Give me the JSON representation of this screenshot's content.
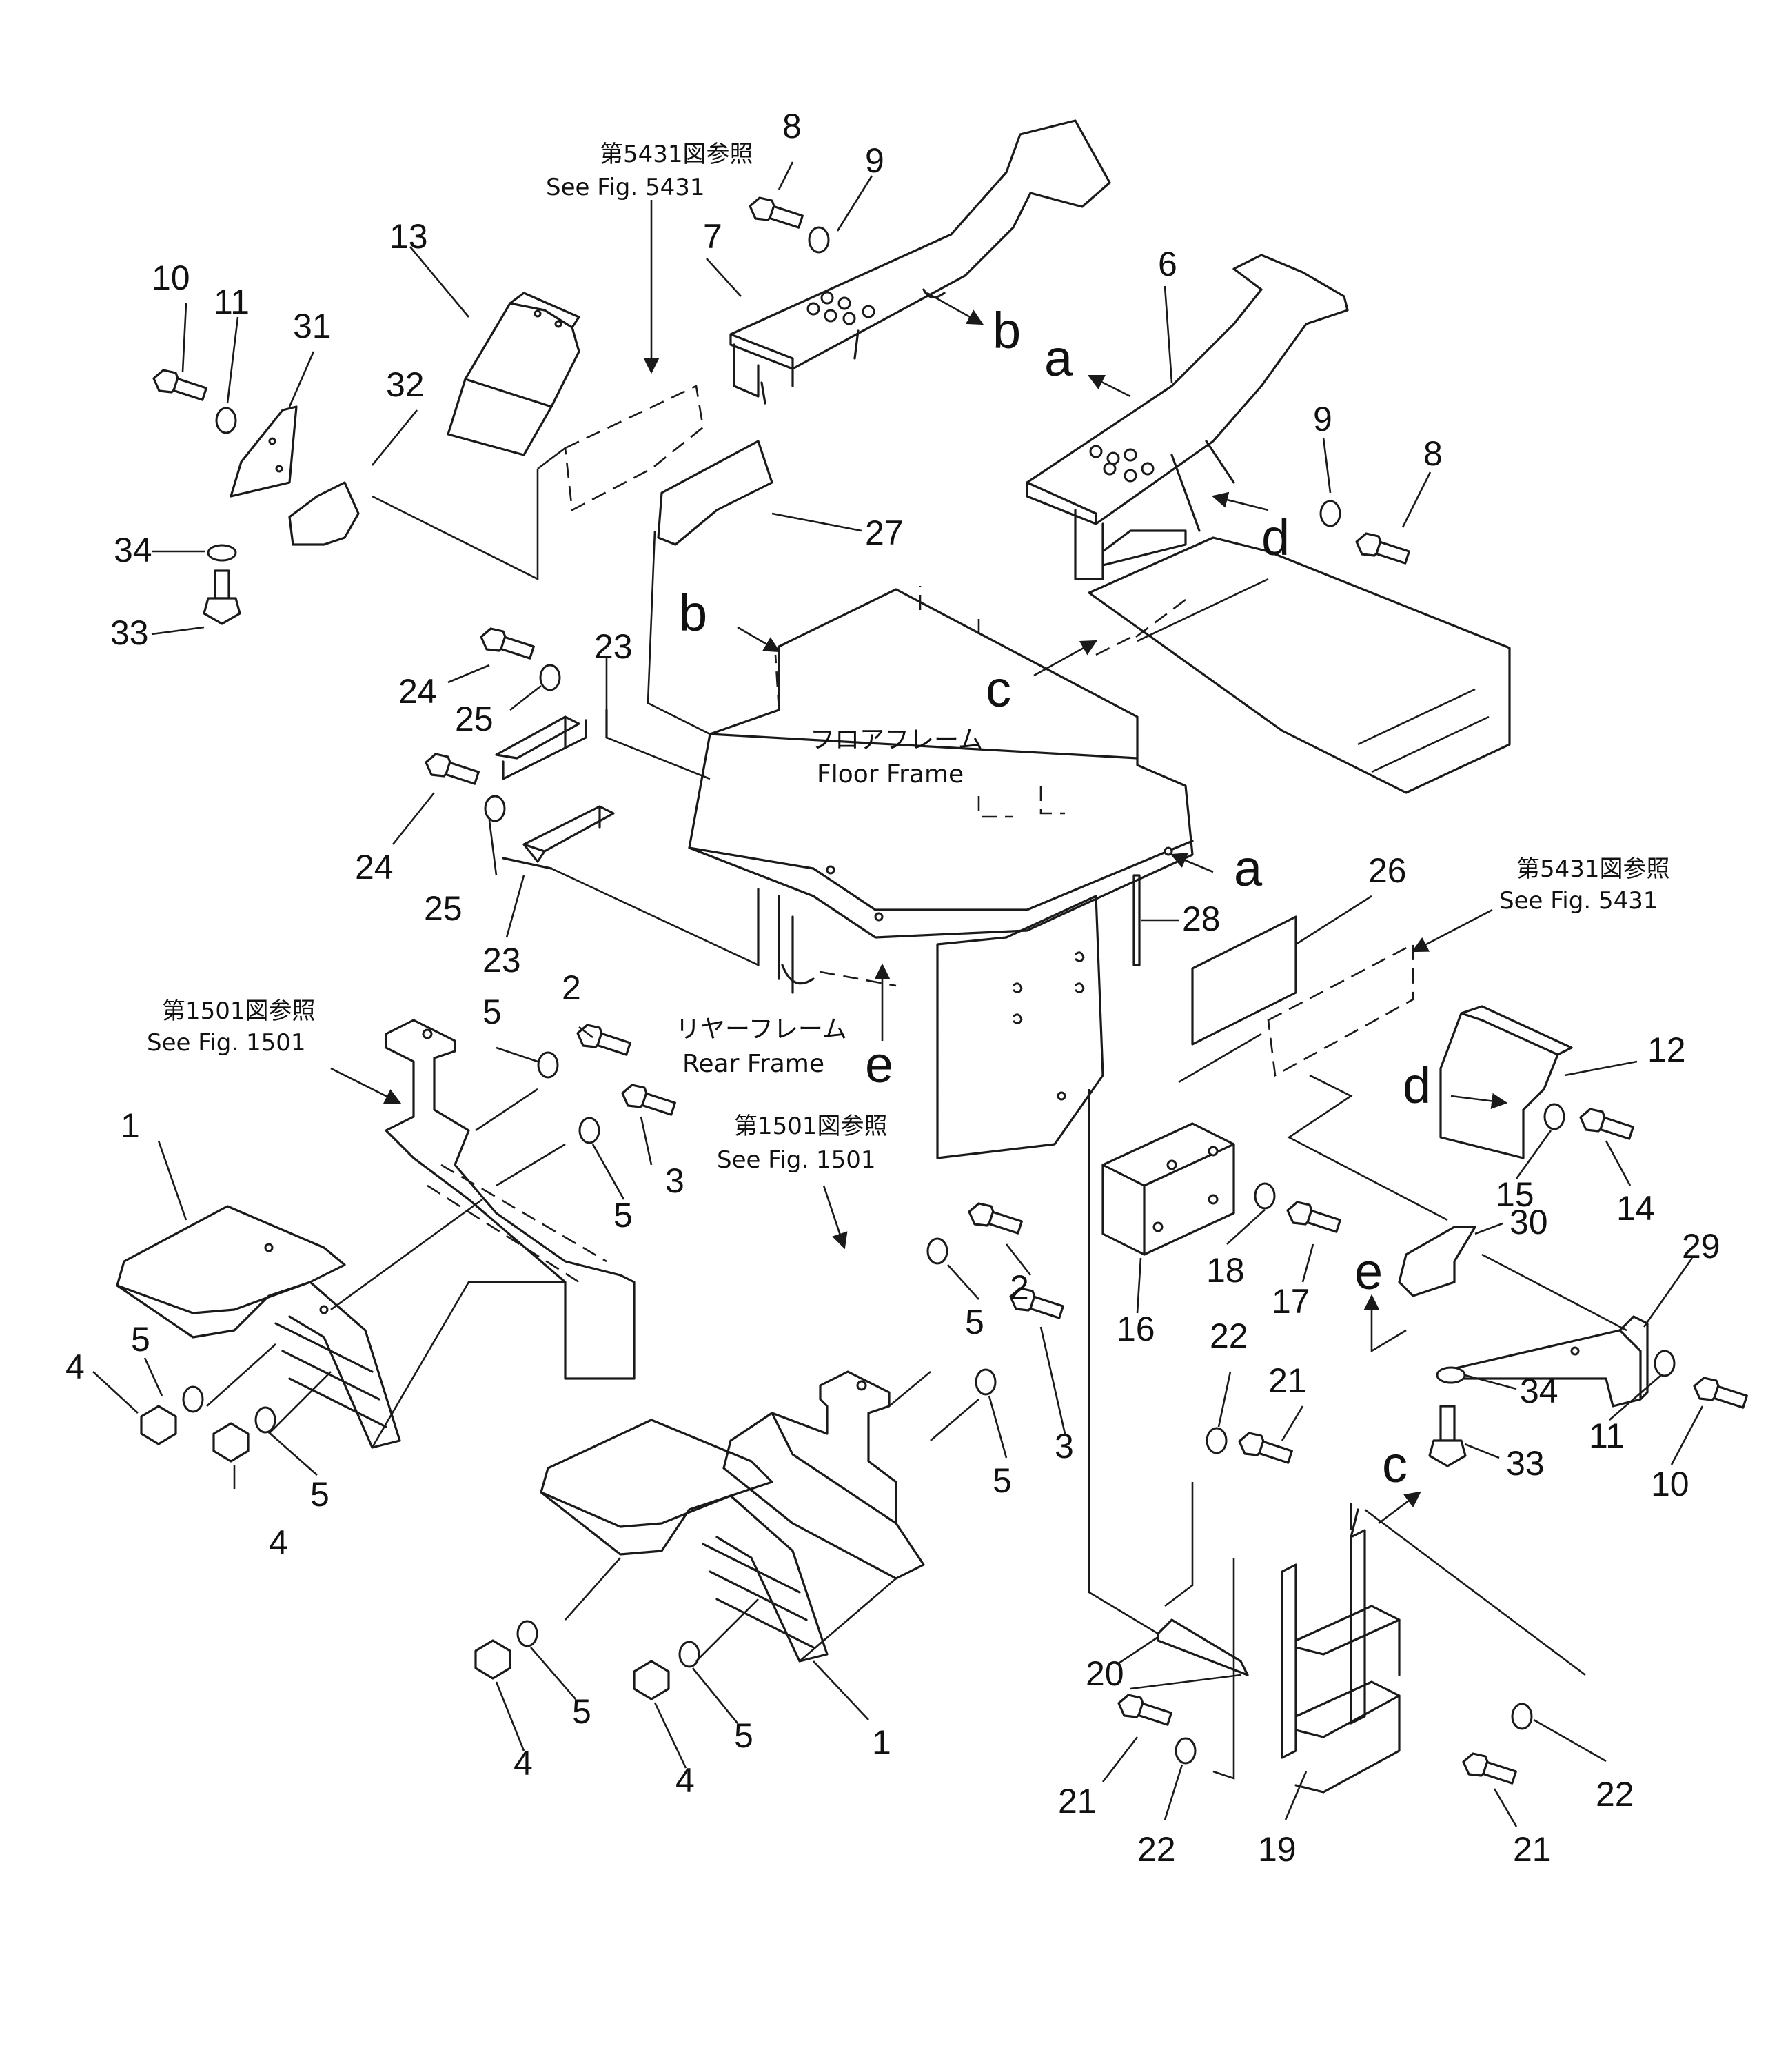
{
  "references": {
    "fig5431_jp": "第5431図参照",
    "fig5431_en": "See Fig. 5431",
    "fig1501_jp": "第1501図参照",
    "fig1501_en": "See Fig. 1501"
  },
  "frames": {
    "floor_jp": "フロアフレーム",
    "floor_en": "Floor Frame",
    "rear_jp": "リヤーフレーム",
    "rear_en": "Rear Frame"
  },
  "letters": {
    "a": "a",
    "b": "b",
    "c": "c",
    "d": "d",
    "e": "e"
  },
  "parts": {
    "p1": "1",
    "p2": "2",
    "p3": "3",
    "p4": "4",
    "p5": "5",
    "p6": "6",
    "p7": "7",
    "p8": "8",
    "p9": "9",
    "p10": "10",
    "p11": "11",
    "p12": "12",
    "p13": "13",
    "p14": "14",
    "p15": "15",
    "p16": "16",
    "p17": "17",
    "p18": "18",
    "p19": "19",
    "p20": "20",
    "p21": "21",
    "p22": "22",
    "p23": "23",
    "p24": "24",
    "p25": "25",
    "p26": "26",
    "p27": "27",
    "p28": "28",
    "p29": "29",
    "p30": "30",
    "p31": "31",
    "p32": "32",
    "p33": "33",
    "p34": "34"
  }
}
